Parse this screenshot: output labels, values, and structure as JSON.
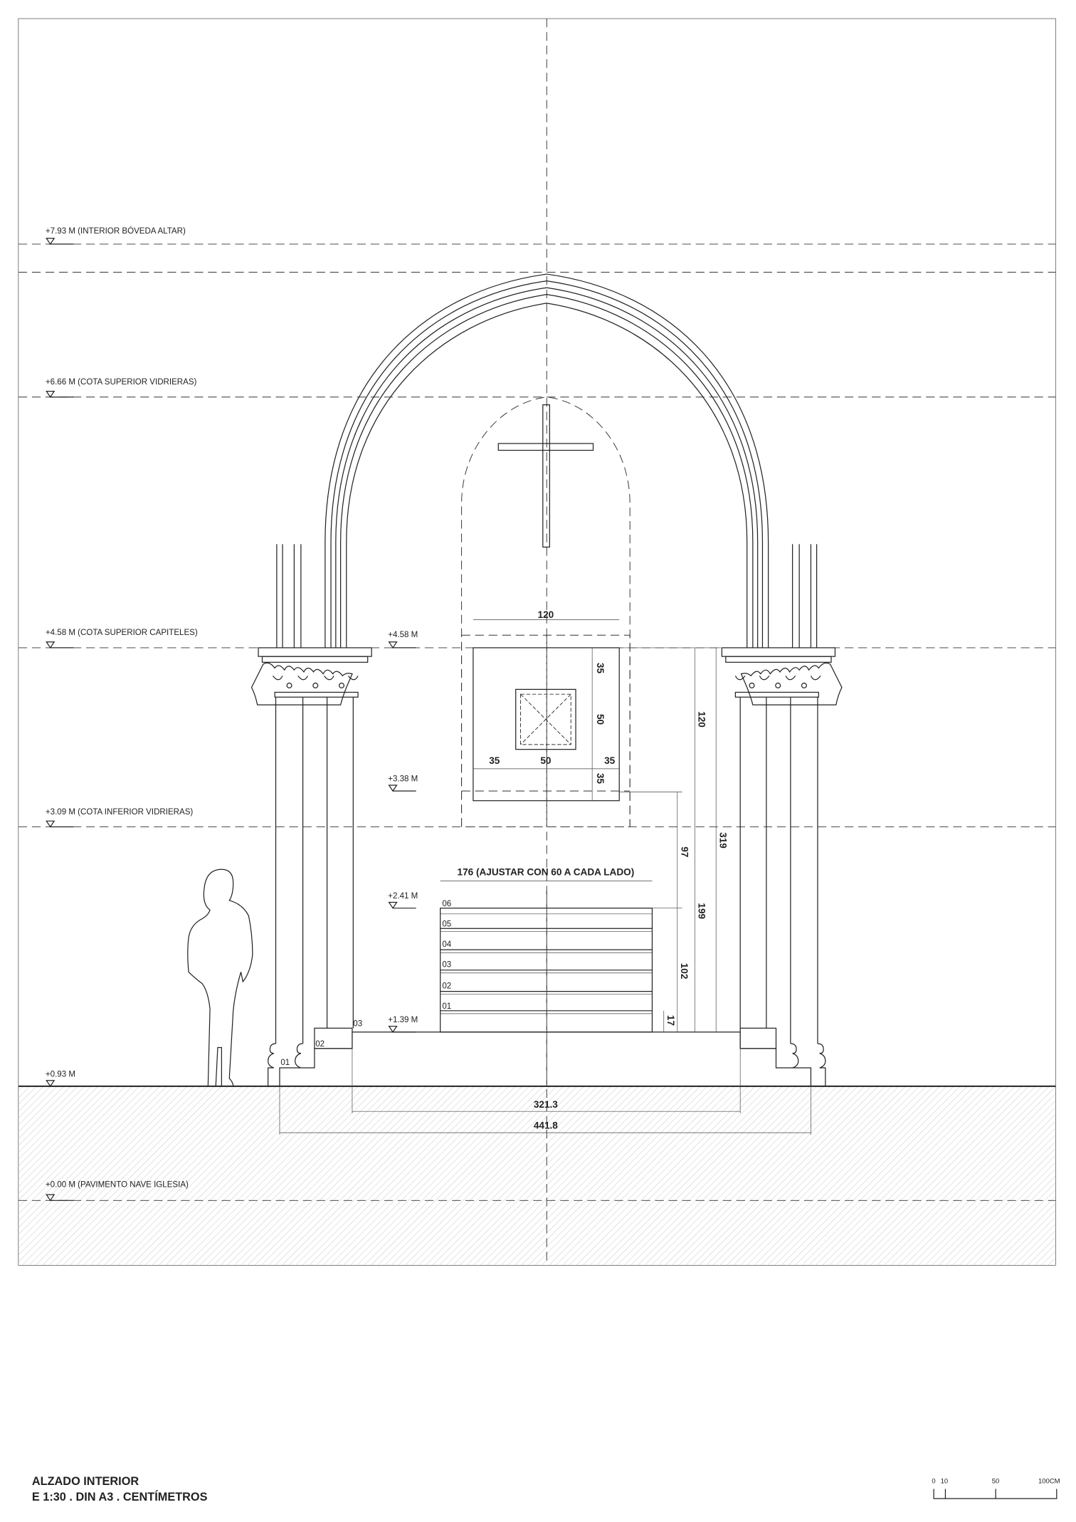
{
  "levels": [
    {
      "label": "+7.93 M (INTERIOR BÓVEDA ALTAR)"
    },
    {
      "label": "+6.66 M (COTA SUPERIOR VIDRIERAS)"
    },
    {
      "label": "+4.58 M (COTA SUPERIOR CAPITELES)"
    },
    {
      "label": "+3.09 M (COTA INFERIOR VIDRIERAS)"
    },
    {
      "label": "+0.93 M"
    },
    {
      "label": "+0.00 M  (PAVIMENTO NAVE IGLESIA)"
    }
  ],
  "inner_levels": [
    "+4.58 M",
    "+3.38 M",
    "+2.41 M",
    "+1.39 M"
  ],
  "tabernacle_dims": {
    "width": "120",
    "top": "35",
    "inner_h": "50",
    "bottom": "35",
    "left": "35",
    "inner_w": "50",
    "right": "35"
  },
  "altar": {
    "width_label": "176  (AJUSTAR  CON  60  A  CADA  LADO)",
    "shelves": [
      "06",
      "05",
      "04",
      "03",
      "02",
      "01"
    ]
  },
  "vertical_dims": [
    "120",
    "319",
    "97",
    "199",
    "102",
    "17"
  ],
  "steps": [
    "03",
    "02",
    "01"
  ],
  "horizontal_dims": [
    "321.3",
    "441.8"
  ],
  "title": {
    "line1": "ALZADO INTERIOR",
    "line2": "E 1:30 . DIN A3 . CENTÍMETROS"
  },
  "scale_bar": {
    "labels": [
      "0",
      "10",
      "50",
      "100CM"
    ]
  }
}
